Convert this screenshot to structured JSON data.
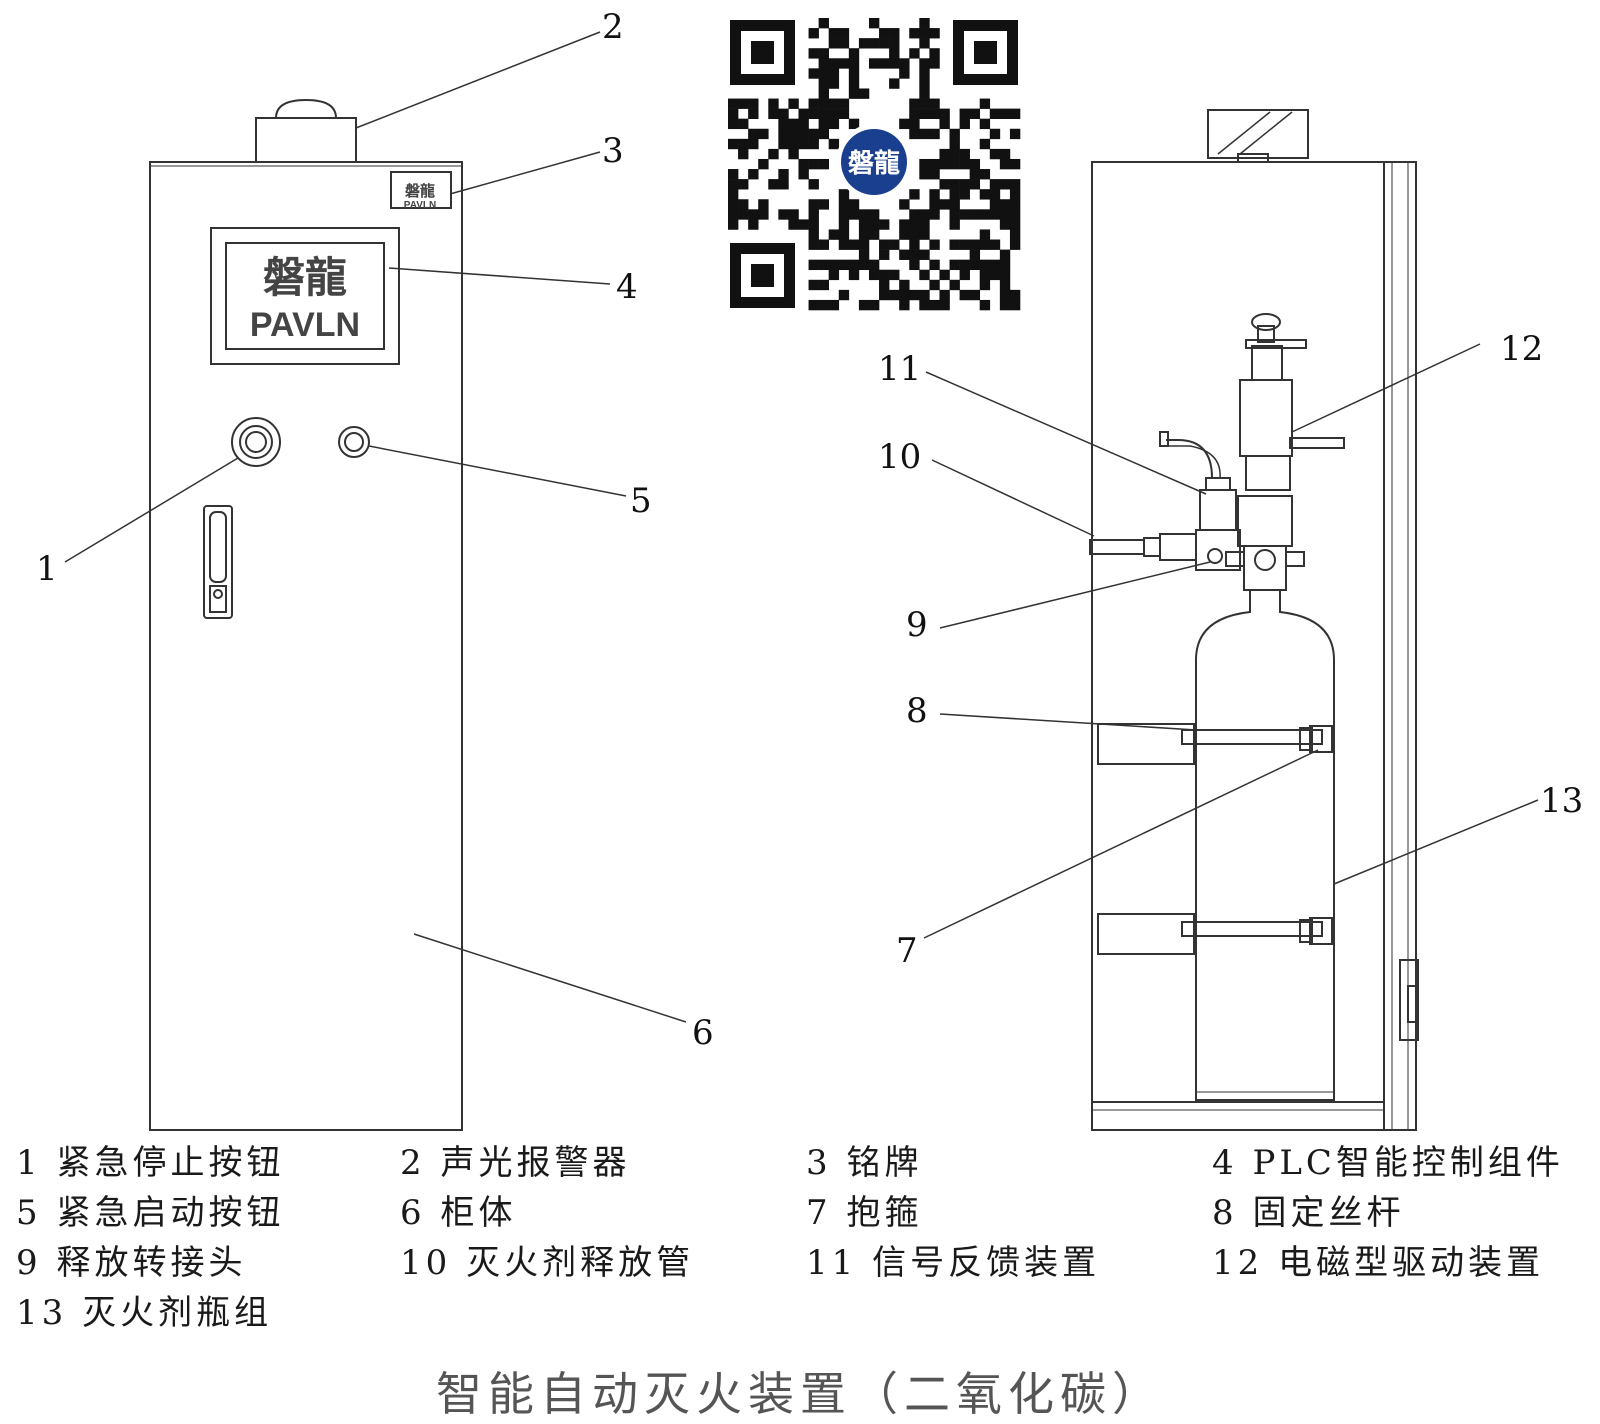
{
  "branding": {
    "logo_cn": "磐龍",
    "logo_en": "PAVLN",
    "qr_center_text": "磐龍"
  },
  "callouts": {
    "c1": "1",
    "c2": "2",
    "c3": "3",
    "c4": "4",
    "c5": "5",
    "c6": "6",
    "c7": "7",
    "c8": "8",
    "c9": "9",
    "c10": "10",
    "c11": "11",
    "c12": "12",
    "c13": "13"
  },
  "legend": [
    [
      "1 紧急停止按钮",
      "2 声光报警器",
      "3 铭牌",
      "4 PLC智能控制组件"
    ],
    [
      "5 紧急启动按钮",
      "6 柜体",
      "7 抱箍",
      "8 固定丝杆"
    ],
    [
      "9 释放转接头",
      "10 灭火剂释放管",
      "11 信号反馈装置",
      "12 电磁型驱动装置"
    ],
    [
      "13 灭火剂瓶组"
    ]
  ],
  "caption": "智能自动灭火装置（二氧化碳）",
  "colors": {
    "line": "#333333",
    "text": "#111111",
    "qr_badge": "#1a3f8f"
  }
}
